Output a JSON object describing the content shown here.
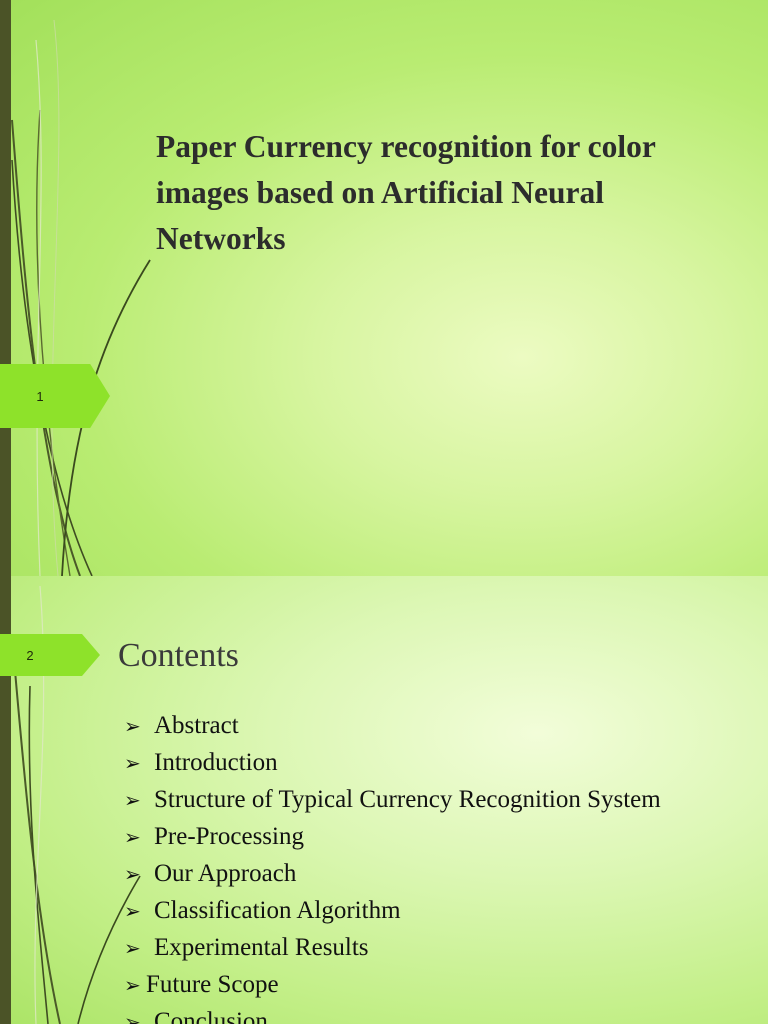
{
  "slide1": {
    "number": "1",
    "title": "Paper Currency recognition for color images based on Artificial Neural Networks"
  },
  "slide2": {
    "number": "2",
    "heading": "Contents",
    "bullet_glyph": "➢",
    "items": [
      "Abstract",
      "Introduction",
      "Structure of Typical Currency Recognition System",
      "Pre-Processing",
      "Our Approach",
      "Classification Algorithm",
      "Experimental Results",
      "Future Scope",
      "Conclusion"
    ]
  },
  "colors": {
    "side_band": "#4b5327",
    "slide_number_tab": "#8ee22a",
    "background_light": "#ecfbc2",
    "background_dark": "#a2e05a"
  }
}
